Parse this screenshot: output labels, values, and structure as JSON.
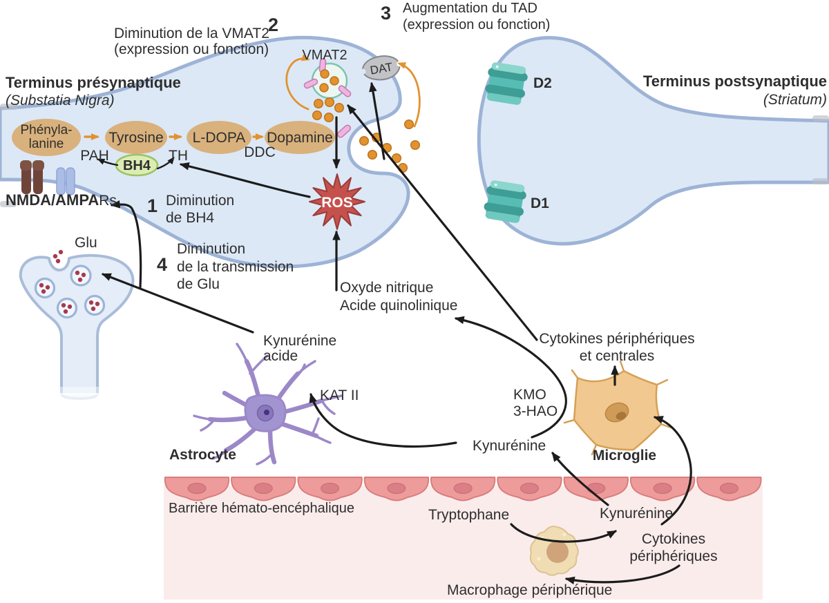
{
  "numbers": {
    "n1": "1",
    "n2": "2",
    "n3": "3",
    "n4": "4"
  },
  "annotations": {
    "vmat2_change": [
      "Diminution de la VMAT2",
      "(expression ou fonction)"
    ],
    "tad_change": [
      "Augmentation du TAD",
      "(expression ou fonction)"
    ],
    "bh4_change": [
      "Diminution",
      "de BH4"
    ],
    "glu_change": [
      "Diminution",
      "de la transmission",
      "de Glu"
    ]
  },
  "terminals": {
    "presynaptic": {
      "title": "Terminus présynaptique",
      "subtitle": "(Substatia Nigra)"
    },
    "postsynaptic": {
      "title": "Terminus postsynaptique",
      "subtitle": "(Striatum)"
    }
  },
  "pathway": {
    "substrates": [
      [
        "Phényla-",
        "lanine"
      ],
      [
        "Tyrosine"
      ],
      [
        "L-DOPA"
      ],
      [
        "Dopamine"
      ]
    ],
    "enzymes": [
      "PAH",
      "TH",
      "DDC"
    ],
    "cofactor": "BH4"
  },
  "synapse": {
    "vmat2": "VMAT2",
    "dat": "DAT",
    "ros": "ROS",
    "d2": "D2",
    "d1": "D1"
  },
  "receptors": {
    "nmda_ampa_bold": "NMDA/AMPA",
    "nmda_ampa_suffix": "Rs",
    "glu": "Glu"
  },
  "metabolites": {
    "oxyde": [
      "Oxyde nitrique",
      "Acide quinolinique"
    ],
    "kyn_acid": [
      "Kynurénine",
      "acide"
    ],
    "kat2": "KAT II",
    "kmo": [
      "KMO",
      "3-HAO"
    ],
    "kyn_brain": "Kynurénine",
    "cytokines_central": [
      "Cytokines périphériques",
      "et centrales"
    ],
    "tryptophane": "Tryptophane",
    "kyn_blood": "Kynurénine",
    "cytokines_peripheral": [
      "Cytokines",
      "périphériques"
    ],
    "macrophage": "Macrophage périphérique"
  },
  "cells": {
    "astrocyte": "Astrocyte",
    "microglia": "Microglie",
    "macrophage": "Macrophage périphérique",
    "bbb": "Barrière hémato-encéphalique"
  },
  "colors": {
    "membrane_blue": "#9db3d6",
    "neuron_fill": "#dce8f6",
    "dopamine_orange": "#e2922f",
    "pathway_oval_tan": "#d9b17c",
    "bh4_green": "#dcedb4",
    "ros_red": "#c5514d",
    "receptor_teal": "#57bdb4",
    "astrocyte_purple": "#9c88c8",
    "microglia_tan": "#f1c88f",
    "bbb_pink": "#ee9c9b",
    "blood_bg": "#fbecec",
    "vmat2_pink": "#efb3df",
    "text": "#2e2e2e"
  }
}
